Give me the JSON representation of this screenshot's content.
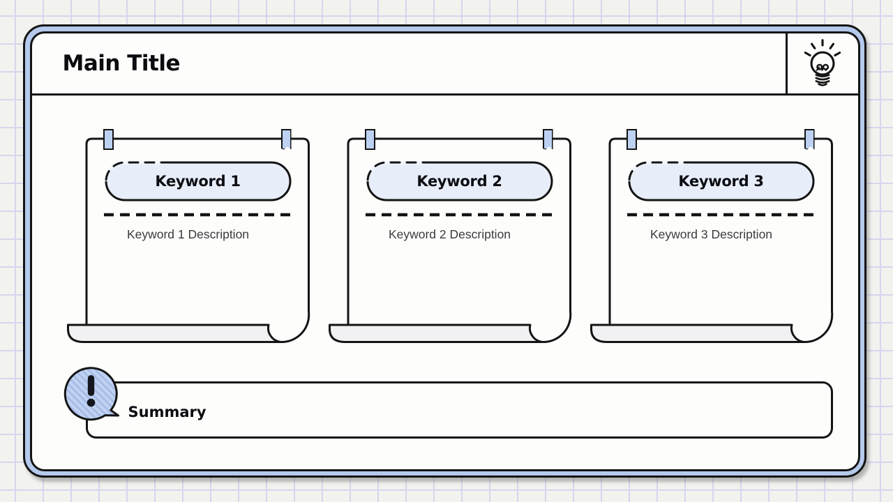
{
  "header": {
    "title": "Main Title",
    "icon": "lightbulb-icon"
  },
  "cards": [
    {
      "keyword": "Keyword 1",
      "description": "Keyword 1 Description"
    },
    {
      "keyword": "Keyword 2",
      "description": "Keyword 2 Description"
    },
    {
      "keyword": "Keyword 3",
      "description": "Keyword 3 Description"
    }
  ],
  "summary": {
    "label": "Summary",
    "icon": "exclamation-bubble-icon"
  },
  "colors": {
    "frame_accent": "#b5c9ec",
    "tape": "#bdd2f2",
    "pill_fill": "#e7edf9",
    "bubble_fill": "#c0d2f2",
    "bubble_hatch": "#a4b9e4",
    "paper": "#fdfdfc",
    "paper_curl": "#f1f1f3",
    "outline": "#141414",
    "grid_line": "#d6d6ee",
    "canvas_bg": "#f2f2ef"
  }
}
